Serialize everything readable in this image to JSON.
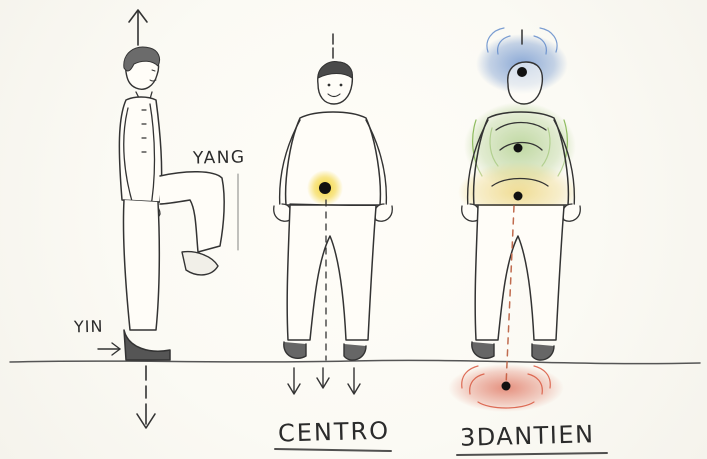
{
  "labels": {
    "yang": "YANG",
    "yin": "YIN",
    "centro": "CENTRO",
    "dantien": "3DANTIEN"
  },
  "colors": {
    "pencil": "#333333",
    "paper": "#fbfaf6",
    "ground_line": "#555555",
    "center_yellow": "#f2d22e",
    "upper_blue": "#5b86c9",
    "middle_green": "#7fb34a",
    "lower_yellow": "#e3c13a",
    "earth_red": "#d9573f"
  },
  "icons": {
    "up_arrow": "up-arrow-icon",
    "down_arrow": "down-arrow-icon",
    "small_arrow": "right-arrow-icon"
  }
}
